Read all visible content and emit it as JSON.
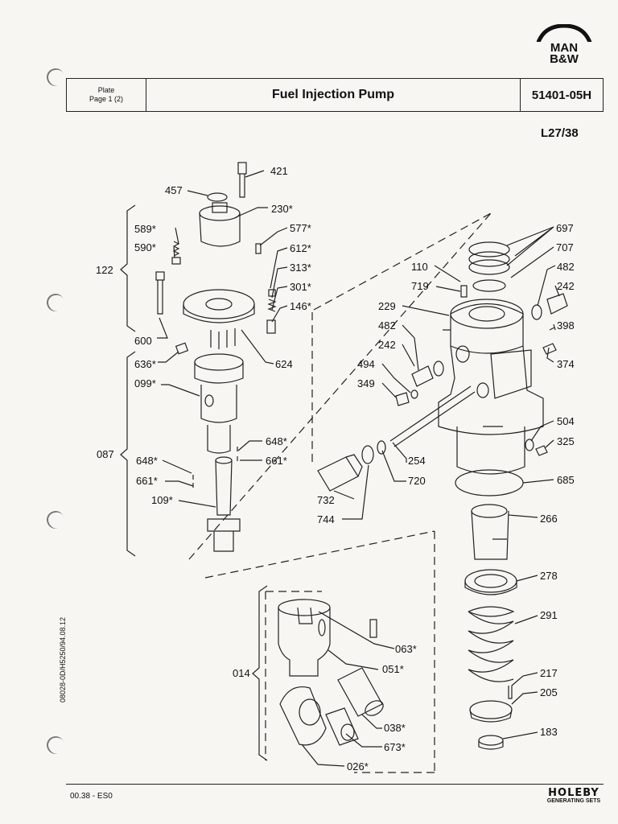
{
  "header": {
    "plate_label": "Plate",
    "page_label": "Page 1 (2)",
    "title": "Fuel Injection Pump",
    "doc_code": "51401-05H",
    "engine": "L27/38"
  },
  "brand": {
    "line1": "MAN",
    "line2": "B&W"
  },
  "side_code": "08028-0D/H5250/94.08.12",
  "footer": {
    "code": "00.38 - ES0",
    "logo_main": "HOLEBY",
    "logo_sub": "GENERATING SETS"
  },
  "groups": {
    "g122": "122",
    "g087": "087",
    "g014": "014"
  },
  "parts": {
    "p421": "421",
    "p457": "457",
    "p230": "230*",
    "p589": "589*",
    "p590": "590*",
    "p577": "577*",
    "p612": "612*",
    "p313": "313*",
    "p301": "301*",
    "p146": "146*",
    "p600": "600",
    "p624": "624",
    "p636": "636*",
    "p099": "099*",
    "p648a": "648*",
    "p661a": "661*",
    "p648b": "648*",
    "p661b": "661*",
    "p109": "109*",
    "p110": "110",
    "p719": "719",
    "p229": "229",
    "p482a": "482",
    "p242a": "242",
    "p494": "494",
    "p349": "349",
    "p254": "254",
    "p720": "720",
    "p732": "732",
    "p744": "744",
    "p697": "697",
    "p707": "707",
    "p482b": "482",
    "p242b": "242",
    "p398": "398",
    "p374": "374",
    "p504": "504",
    "p325": "325",
    "p685": "685",
    "p266": "266",
    "p278": "278",
    "p291": "291",
    "p217": "217",
    "p205": "205",
    "p183": "183",
    "p063": "063*",
    "p051": "051*",
    "p038": "038*",
    "p673": "673*",
    "p026": "026*"
  }
}
